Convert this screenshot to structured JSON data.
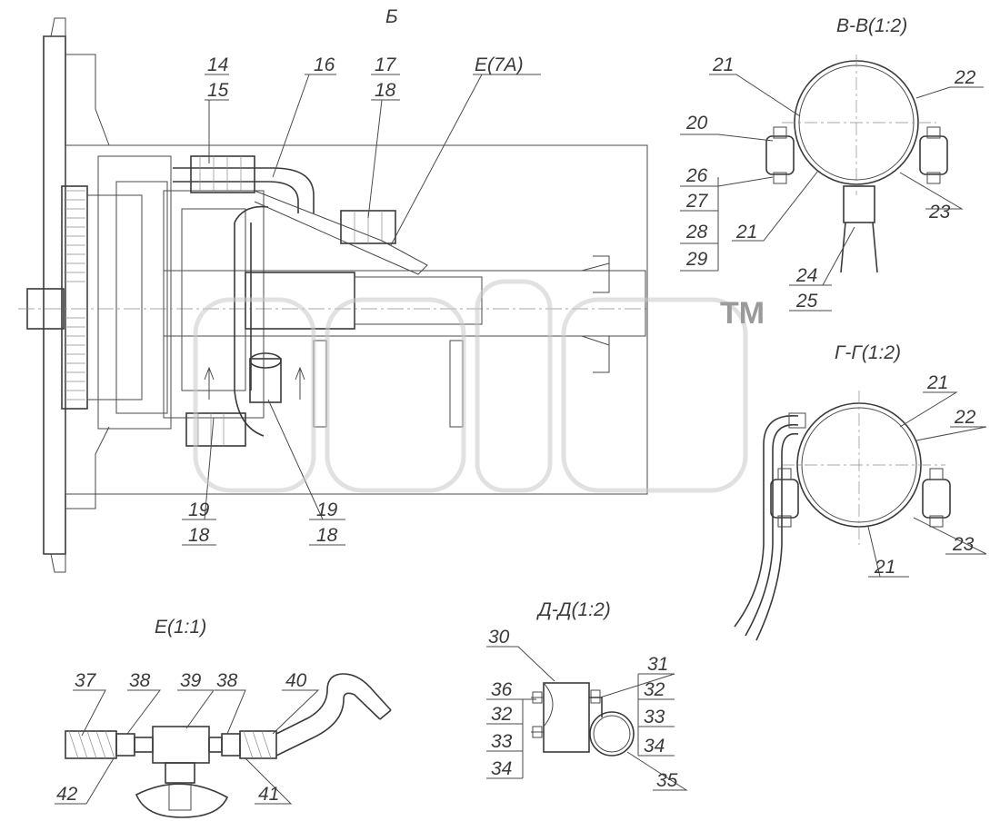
{
  "views": {
    "main": "Б",
    "section_vv": "В-В(1:2)",
    "section_gg": "Г-Г(1:2)",
    "section_dd": "Д-Д(1:2)",
    "detail_e": "Е(1:1)",
    "detail_ref": "Е(7А)"
  },
  "callouts_main": {
    "c14": "14",
    "c15": "15",
    "c16": "16",
    "c17": "17",
    "c18a": "18",
    "c19a": "19",
    "c18b": "18",
    "c19b": "19",
    "c18c": "18"
  },
  "callouts_vv": {
    "c21a": "21",
    "c22": "22",
    "c20": "20",
    "c26": "26",
    "c27": "27",
    "c28": "28",
    "c29": "29",
    "c21b": "21",
    "c23": "23",
    "c24": "24",
    "c25": "25"
  },
  "callouts_gg": {
    "c21a": "21",
    "c22": "22",
    "c21b": "21",
    "c23": "23"
  },
  "callouts_dd": {
    "c30": "30",
    "c36": "36",
    "c32a": "32",
    "c33a": "33",
    "c34a": "34",
    "c31": "31",
    "c32b": "32",
    "c33b": "33",
    "c34b": "34",
    "c35": "35"
  },
  "callouts_e": {
    "c37": "37",
    "c38a": "38",
    "c39": "39",
    "c38b": "38",
    "c40": "40",
    "c42": "42",
    "c41": "41"
  },
  "watermark": {
    "tm": "TM"
  }
}
